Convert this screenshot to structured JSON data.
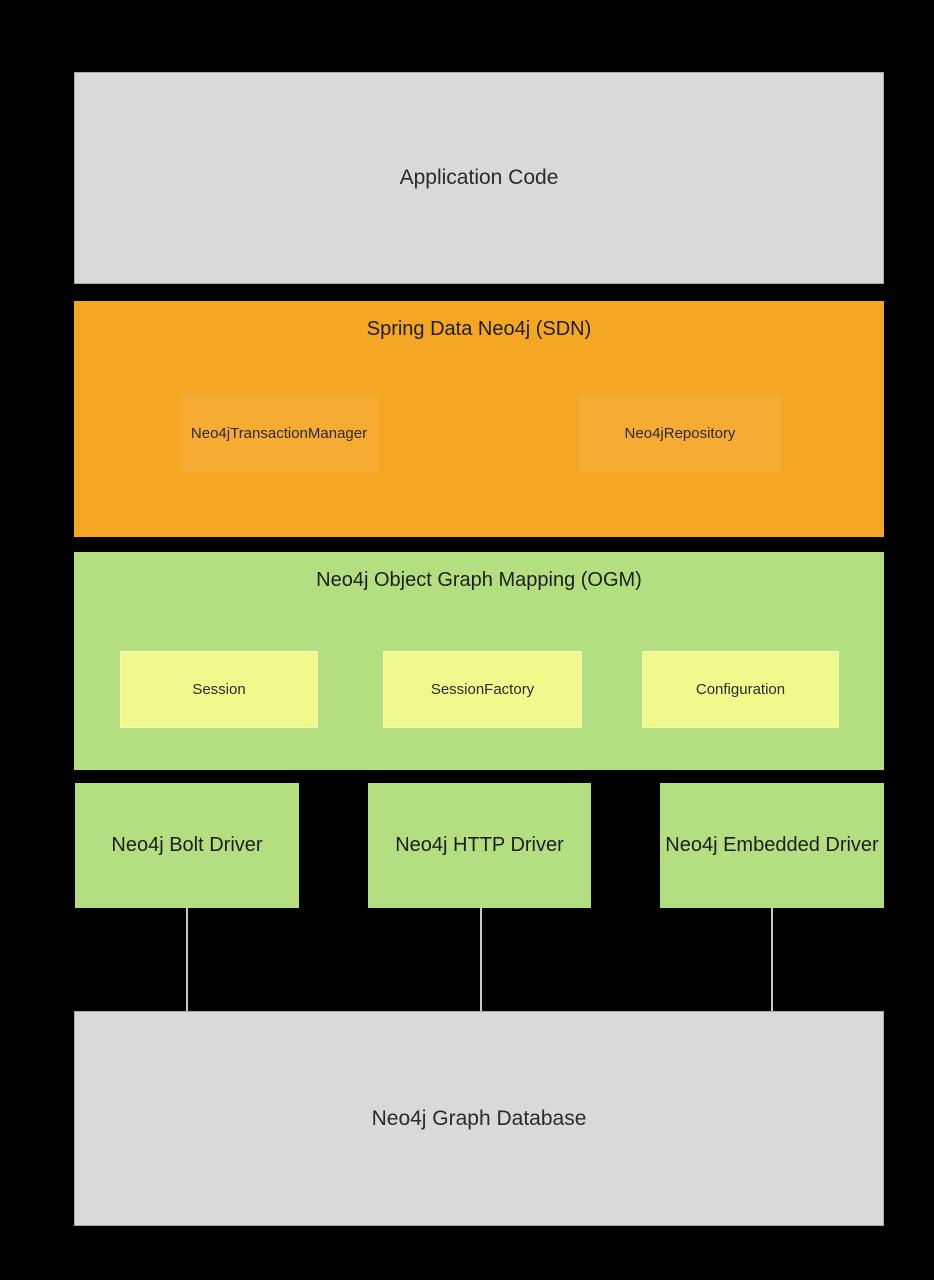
{
  "diagram": {
    "app_box": {
      "label": "Application Code"
    },
    "sdn_box": {
      "title": "Spring Data Neo4j (SDN)",
      "children": [
        {
          "label": "Neo4jTransactionManager"
        },
        {
          "label": "Neo4jRepository"
        }
      ]
    },
    "ogm_box": {
      "title": "Neo4j Object Graph Mapping (OGM)",
      "children": [
        {
          "label": "Session"
        },
        {
          "label": "SessionFactory"
        },
        {
          "label": "Configuration"
        }
      ]
    },
    "drivers": [
      {
        "label": "Neo4j Bolt Driver"
      },
      {
        "label": "Neo4j HTTP Driver"
      },
      {
        "label": "Neo4j Embedded Driver"
      }
    ],
    "db_box": {
      "label": "Neo4j Graph Database"
    },
    "colors": {
      "background": "#000000",
      "gray_box": "#d9d9d9",
      "gray_border": "#a9a9a9",
      "orange_band": "#f5a623",
      "orange_inner": "#f6ac32",
      "green": "#b3df81",
      "yellow_inner": "#f0f98c",
      "connector": "#c9c9c9",
      "text": "#212121"
    }
  }
}
